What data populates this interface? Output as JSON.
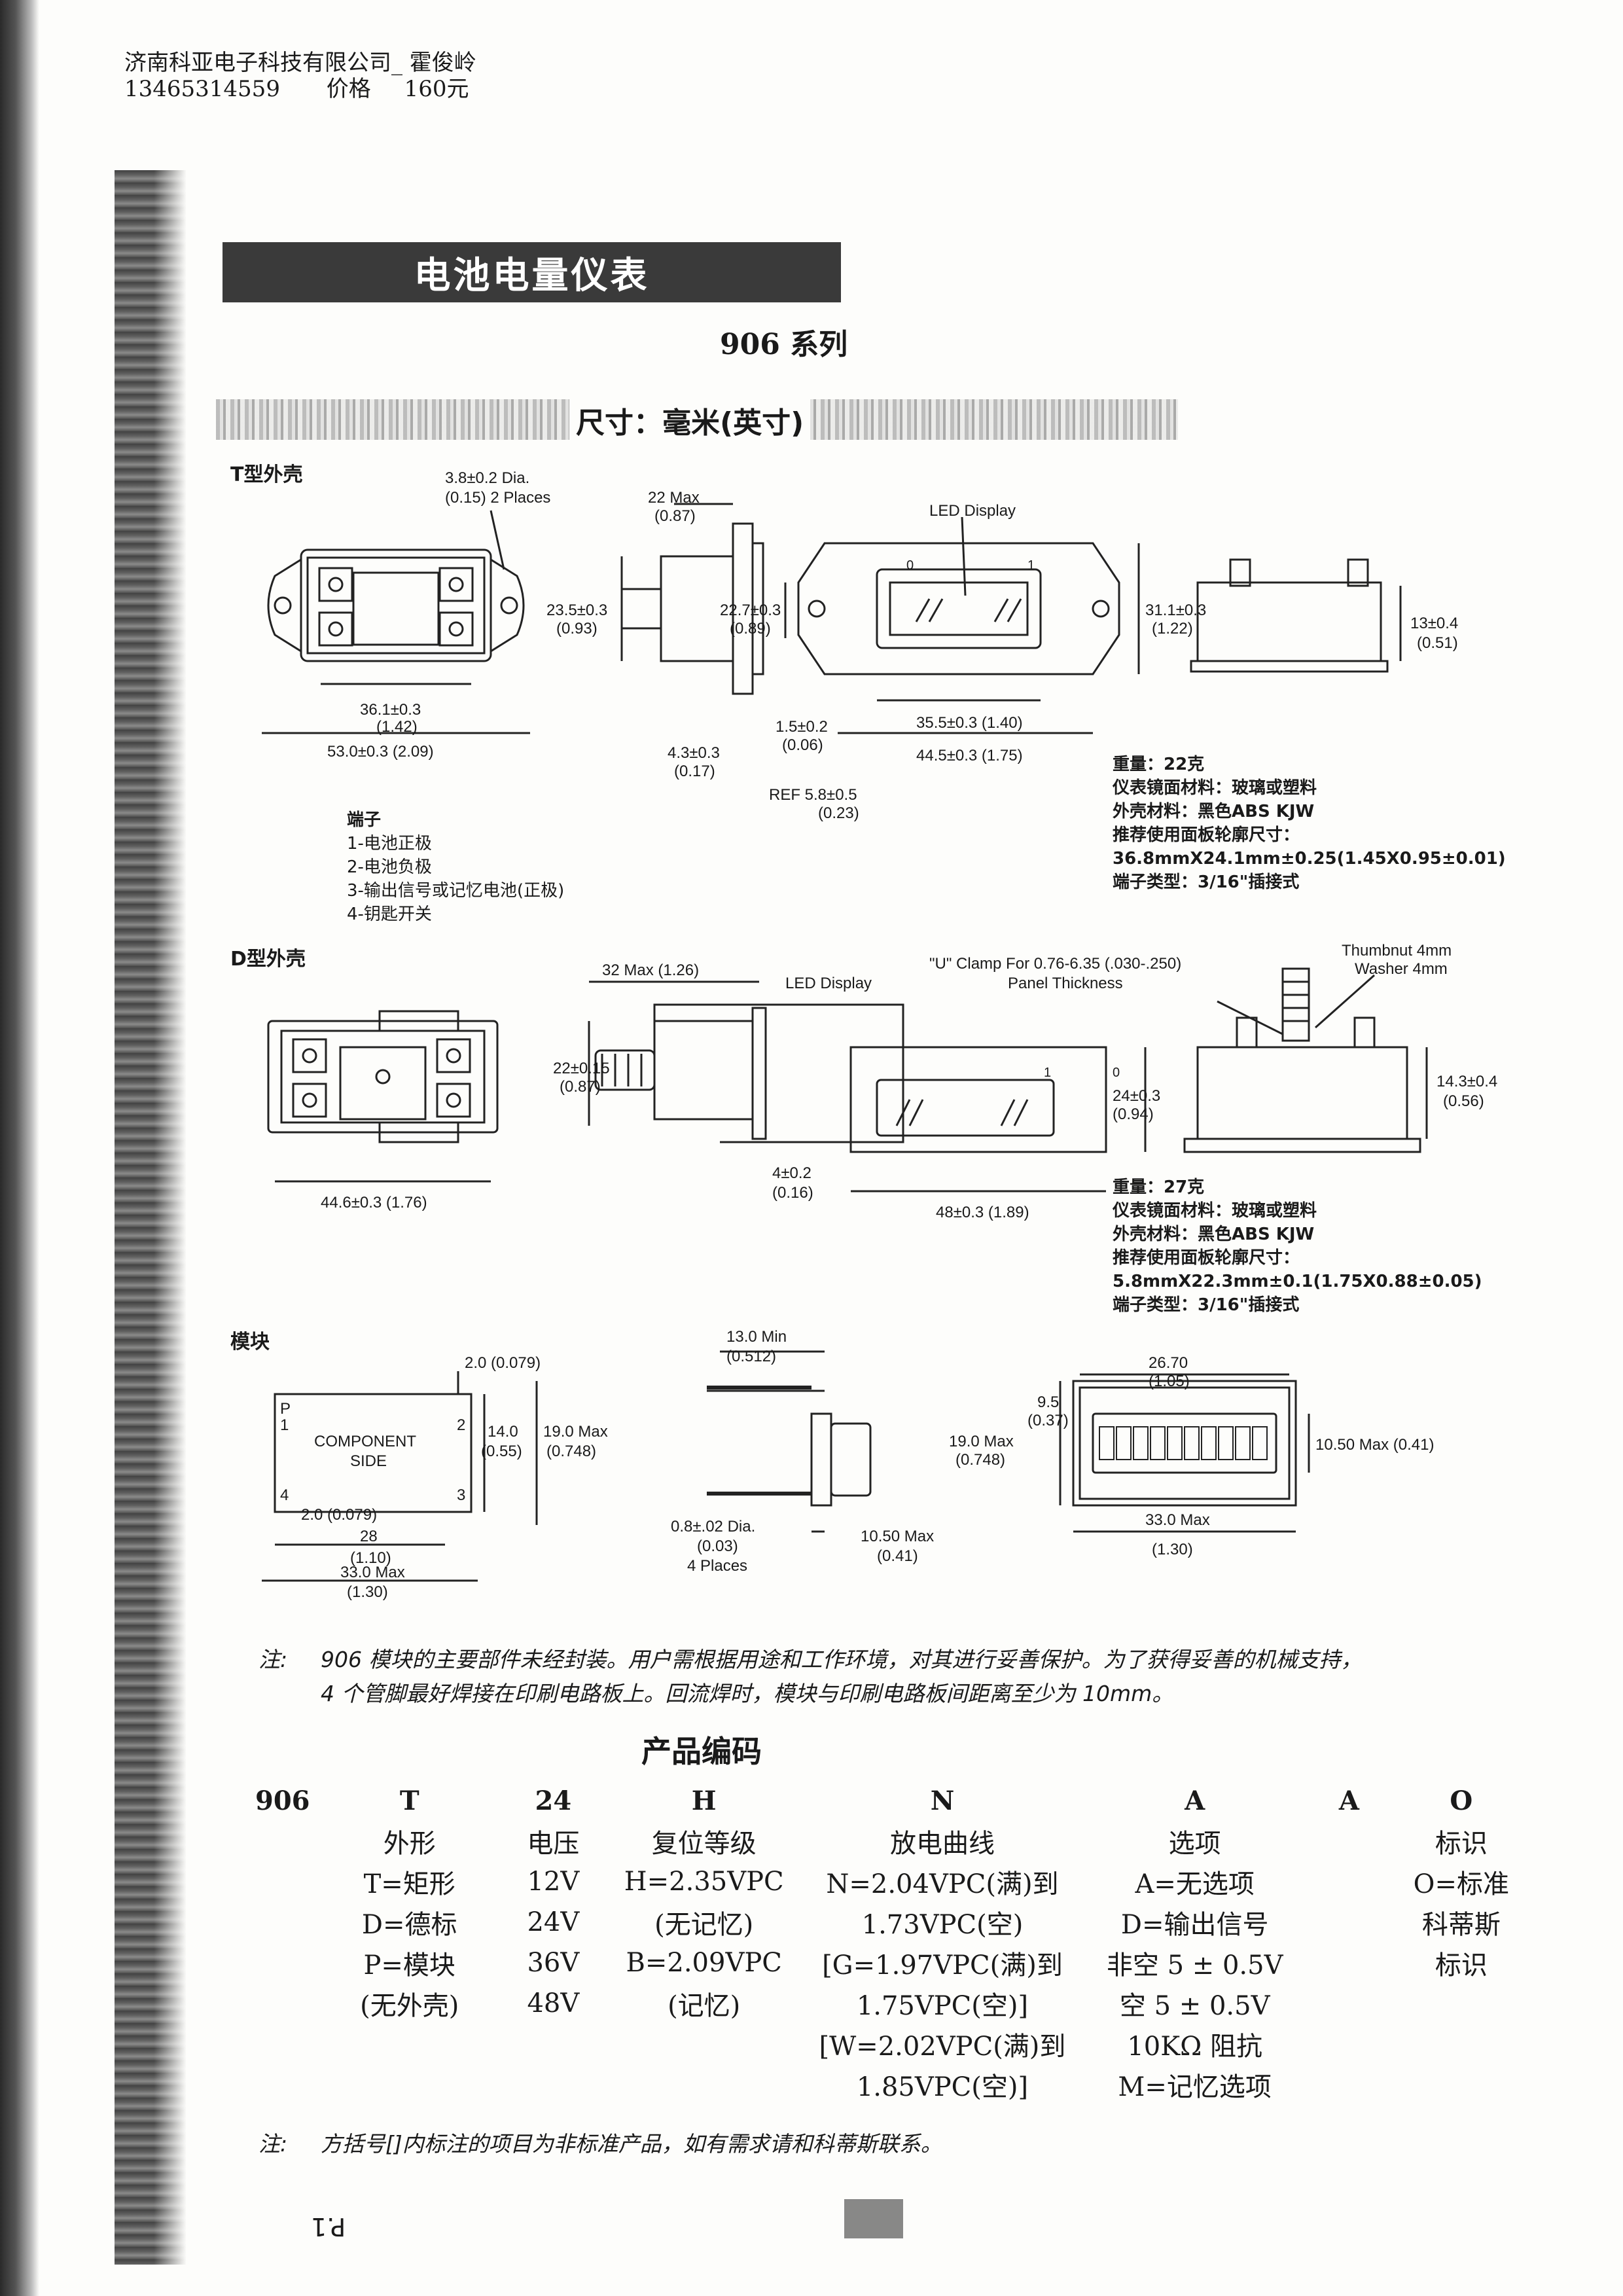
{
  "header": {
    "company": "济南科亚电子科技有限公司_ 霍俊岭",
    "phone": "13465314559",
    "price_label": "价格",
    "price_value": "160元"
  },
  "title": "电池电量仪表",
  "series": "906 系列",
  "dimensions_title": "尺寸：毫米(英寸)",
  "t_section": {
    "label": "T型外壳",
    "hole_dia": "3.8±0.2 Dia.",
    "hole_places": "(0.15) 2 Places",
    "w_inner": "36.1±0.3",
    "w_inner_in": "(1.42)",
    "w_outer": "53.0±0.3 (2.09)",
    "depth": "22 Max",
    "depth_in": "(0.87)",
    "height_side": "23.5±0.3",
    "height_side_in": "(0.93)",
    "pin": "4.3±0.3",
    "pin_in": "(0.17)",
    "panel": "1.5±0.2",
    "panel_in": "(0.06)",
    "ref": "REF 5.8±0.5",
    "ref_in": "(0.23)",
    "led": "LED Display",
    "front_h": "22.7±0.3",
    "front_h_in": "(0.89)",
    "front_h2": "31.1±0.3",
    "front_h2_in": "(1.22)",
    "front_w": "35.5±0.3 (1.40)",
    "front_w2": "44.5±0.3 (1.75)",
    "term_h": "13±0.4",
    "term_h_in": "(0.51)",
    "terminals_title": "端子",
    "terminals": [
      "1-电池正极",
      "2-电池负极",
      "3-输出信号或记忆电池(正极)",
      "4-钥匙开关"
    ],
    "specs": [
      "重量：22克",
      "仪表镜面材料：玻璃或塑料",
      "外壳材料：黑色ABS KJW",
      "推荐使用面板轮廓尺寸：",
      "36.8mmX24.1mm±0.25(1.45X0.95±0.01)",
      "端子类型：3/16\"插接式"
    ]
  },
  "d_section": {
    "label": "D型外壳",
    "width": "44.6±0.3 (1.76)",
    "depth": "32 Max (1.26)",
    "height_side": "22±0.15",
    "height_side_in": "(0.87)",
    "panel": "4±0.2",
    "panel_in": "(0.16)",
    "led": "LED Display",
    "clamp": "\"U\" Clamp For 0.76-6.35 (.030-.250)",
    "clamp2": "Panel Thickness",
    "front_h": "24±0.3",
    "front_h_in": "(0.94)",
    "front_w": "48±0.3 (1.89)",
    "thumb": "Thumbnut 4mm",
    "washer": "Washer 4mm",
    "term_h": "14.3±0.4",
    "term_h_in": "(0.56)",
    "specs": [
      "重量：27克",
      "仪表镜面材料：玻璃或塑料",
      "外壳材料：黑色ABS KJW",
      "推荐使用面板轮廓尺寸：",
      "5.8mmX22.3mm±0.1(1.75X0.88±0.05)",
      "端子类型：3/16\"插接式"
    ]
  },
  "m_section": {
    "label": "模块",
    "comp1": "COMPONENT",
    "comp2": "SIDE",
    "p_mark": "P",
    "dim_20a": "2.0 (0.079)",
    "dim_14": "14.0",
    "dim_14_in": "(0.55)",
    "dim_19": "19.0 Max",
    "dim_19_in": "(0.748)",
    "dim_20b": "2.0 (0.079)",
    "dim_28": "28",
    "dim_28_in": "(1.10)",
    "dim_33": "33.0 Max",
    "dim_33_in": "(1.30)",
    "side_13": "13.0 Min",
    "side_13_in": "(0.512)",
    "pin_dia": "0.8±.02 Dia.",
    "pin_dia_in": "(0.03)",
    "pin_places": "4 Places",
    "side_105": "10.50 Max",
    "side_105_in": "(0.41)",
    "f_267": "26.70",
    "f_267_in": "(1.05)",
    "f_95": "9.5",
    "f_95_in": "(0.37)",
    "f_19": "19.0 Max",
    "f_19_in": "(0.748)",
    "f_105": "10.50 Max (0.41)",
    "f_33": "33.0 Max",
    "f_33_in": "(1.30)",
    "pins": [
      "1",
      "2",
      "3",
      "4"
    ]
  },
  "note1": {
    "label": "注:",
    "line1": "906 模块的主要部件未经封装。用户需根据用途和工作环境，对其进行妥善保护。为了获得妥善的机械支持，",
    "line2": "4 个管脚最好焊接在印刷电路板上。回流焊时，模块与印刷电路板间距离至少为 10mm。"
  },
  "product_code": {
    "title": "产品编码",
    "head": [
      "906",
      "T",
      "24",
      "H",
      "N",
      "A",
      "A",
      "O"
    ],
    "rows": [
      [
        "",
        "外形",
        "电压",
        "复位等级",
        "放电曲线",
        "选项",
        "",
        "标识"
      ],
      [
        "",
        "T=矩形",
        "12V",
        "H=2.35VPC",
        "N=2.04VPC(满)到",
        "A=无选项",
        "",
        "O=标准"
      ],
      [
        "",
        "D=德标",
        "24V",
        "(无记忆)",
        "1.73VPC(空)",
        "D=输出信号",
        "",
        "科蒂斯"
      ],
      [
        "",
        "P=模块",
        "36V",
        "B=2.09VPC",
        "[G=1.97VPC(满)到",
        "非空 5 ± 0.5V",
        "",
        "标识"
      ],
      [
        "",
        "(无外壳)",
        "48V",
        "(记忆)",
        "1.75VPC(空)]",
        "空 5 ± 0.5V",
        "",
        ""
      ],
      [
        "",
        "",
        "",
        "",
        "[W=2.02VPC(满)到",
        "10KΩ 阻抗",
        "",
        ""
      ],
      [
        "",
        "",
        "",
        "",
        "1.85VPC(空)]",
        "M=记忆选项",
        "",
        ""
      ]
    ]
  },
  "note2": {
    "label": "注:",
    "text": "方括号[]内标注的项目为非标准产品，如有需求请和科蒂斯联系。"
  },
  "page_number": "P.1"
}
